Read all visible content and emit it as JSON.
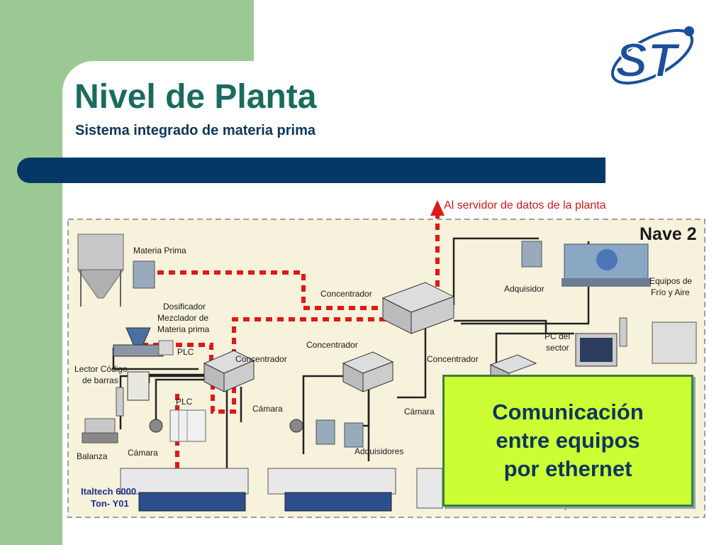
{
  "slide": {
    "title": "Nivel de Planta",
    "subtitle": "Sistema integrado de materia prima"
  },
  "logo": {
    "text": "ST",
    "colors": {
      "primary": "#1b4f9c"
    }
  },
  "diagram": {
    "server_label": "Al servidor de datos de la planta",
    "area_label": "Nave 2",
    "labels": {
      "materia_prima": "Materia Prima",
      "dosificador": [
        "Dosificador",
        "Mezclador de",
        "Materia prima"
      ],
      "lector": [
        "Lector Código",
        "de barras"
      ],
      "balanza": "Balanza",
      "camara": "Cámara",
      "plc": "PLC",
      "concentrador": "Concentrador",
      "adquisidor": "Adquisidor",
      "adquisidores": "Adquisidores",
      "equipos_frio": [
        "Equipos de",
        "Frío y Aire"
      ],
      "pc_sector": [
        "PC del",
        "sector"
      ],
      "italtech": [
        "Italtech 6000",
        "Ton- Y01"
      ],
      "inyectoras": "Inyectoras"
    },
    "colors": {
      "ethernet": "#e01818",
      "cable": "#222222",
      "area_border": "#a0a0a0",
      "area_fill": "#f7f2dc"
    }
  },
  "callout": {
    "lines": [
      "Comunicación",
      "entre equipos",
      "por ethernet"
    ],
    "colors": {
      "fill": "#ccff33",
      "border": "#3c7f42"
    }
  }
}
